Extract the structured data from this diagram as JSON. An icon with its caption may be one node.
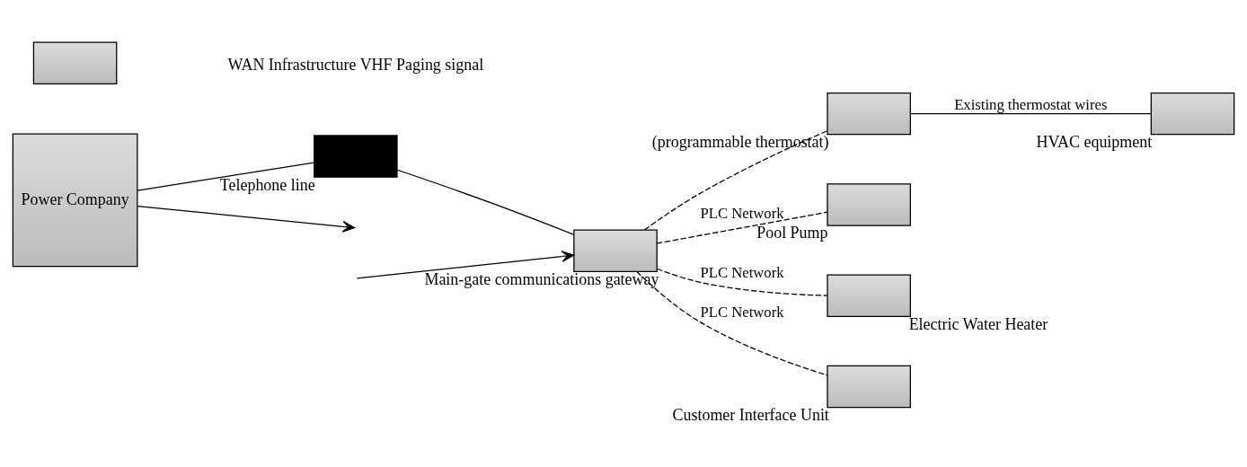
{
  "diagram": {
    "nodes": [
      {
        "text": [
          "Power Company"
        ]
      },
      {
        "text": [],
        "shape": "box",
        "beside": [
          "Telephone line"
        ]
      },
      {
        "text": [],
        "shape": "box",
        "beside": [
          "Main-gate communications gateway"
        ]
      },
      {
        "text": [],
        "shape": "box"
      },
      {
        "text": [],
        "shape": "box",
        "beside": [
          "(programmable thermostat)"
        ]
      },
      {
        "text": [],
        "shape": "box",
        "beside": [
          "HVAC equipment"
        ]
      },
      {
        "text": [],
        "shape": "box",
        "beside": [
          "Pool Pump"
        ]
      },
      {
        "text": [],
        "shape": "box",
        "beside": [
          "Electric Water Heater"
        ]
      },
      {
        "text": [],
        "shape": "box",
        "beside": [
          "Customer Interface Unit"
        ]
      }
    ],
    "edges": [
      {
        "from": 0,
        "to": null,
        "arrow": "to"
      },
      {
        "from": null,
        "to": 2,
        "arrow": "to"
      },
      {
        "from": 0,
        "to": 1,
        "arrow": "none"
      },
      {
        "from": 1,
        "to": 2,
        "arrow": "none"
      },
      {
        "from": 2,
        "to": 4,
        "arrow": "none",
        "style": "dashed"
      },
      {
        "from": 4,
        "to": 5,
        "arrow": "none",
        "label": "Existing thermostat wires"
      },
      {
        "from": 2,
        "to": 6,
        "arrow": "none",
        "style": "dashed",
        "label": "PLC Network"
      },
      {
        "from": 2,
        "to": 7,
        "arrow": "none",
        "style": "dashed",
        "label": "PLC Network"
      },
      {
        "from": 2,
        "to": 8,
        "arrow": "none",
        "style": "dashed",
        "label": "PLC Network"
      }
    ],
    "labels": [
      "WAN Infrastructure VHF Paging signal"
    ]
  }
}
